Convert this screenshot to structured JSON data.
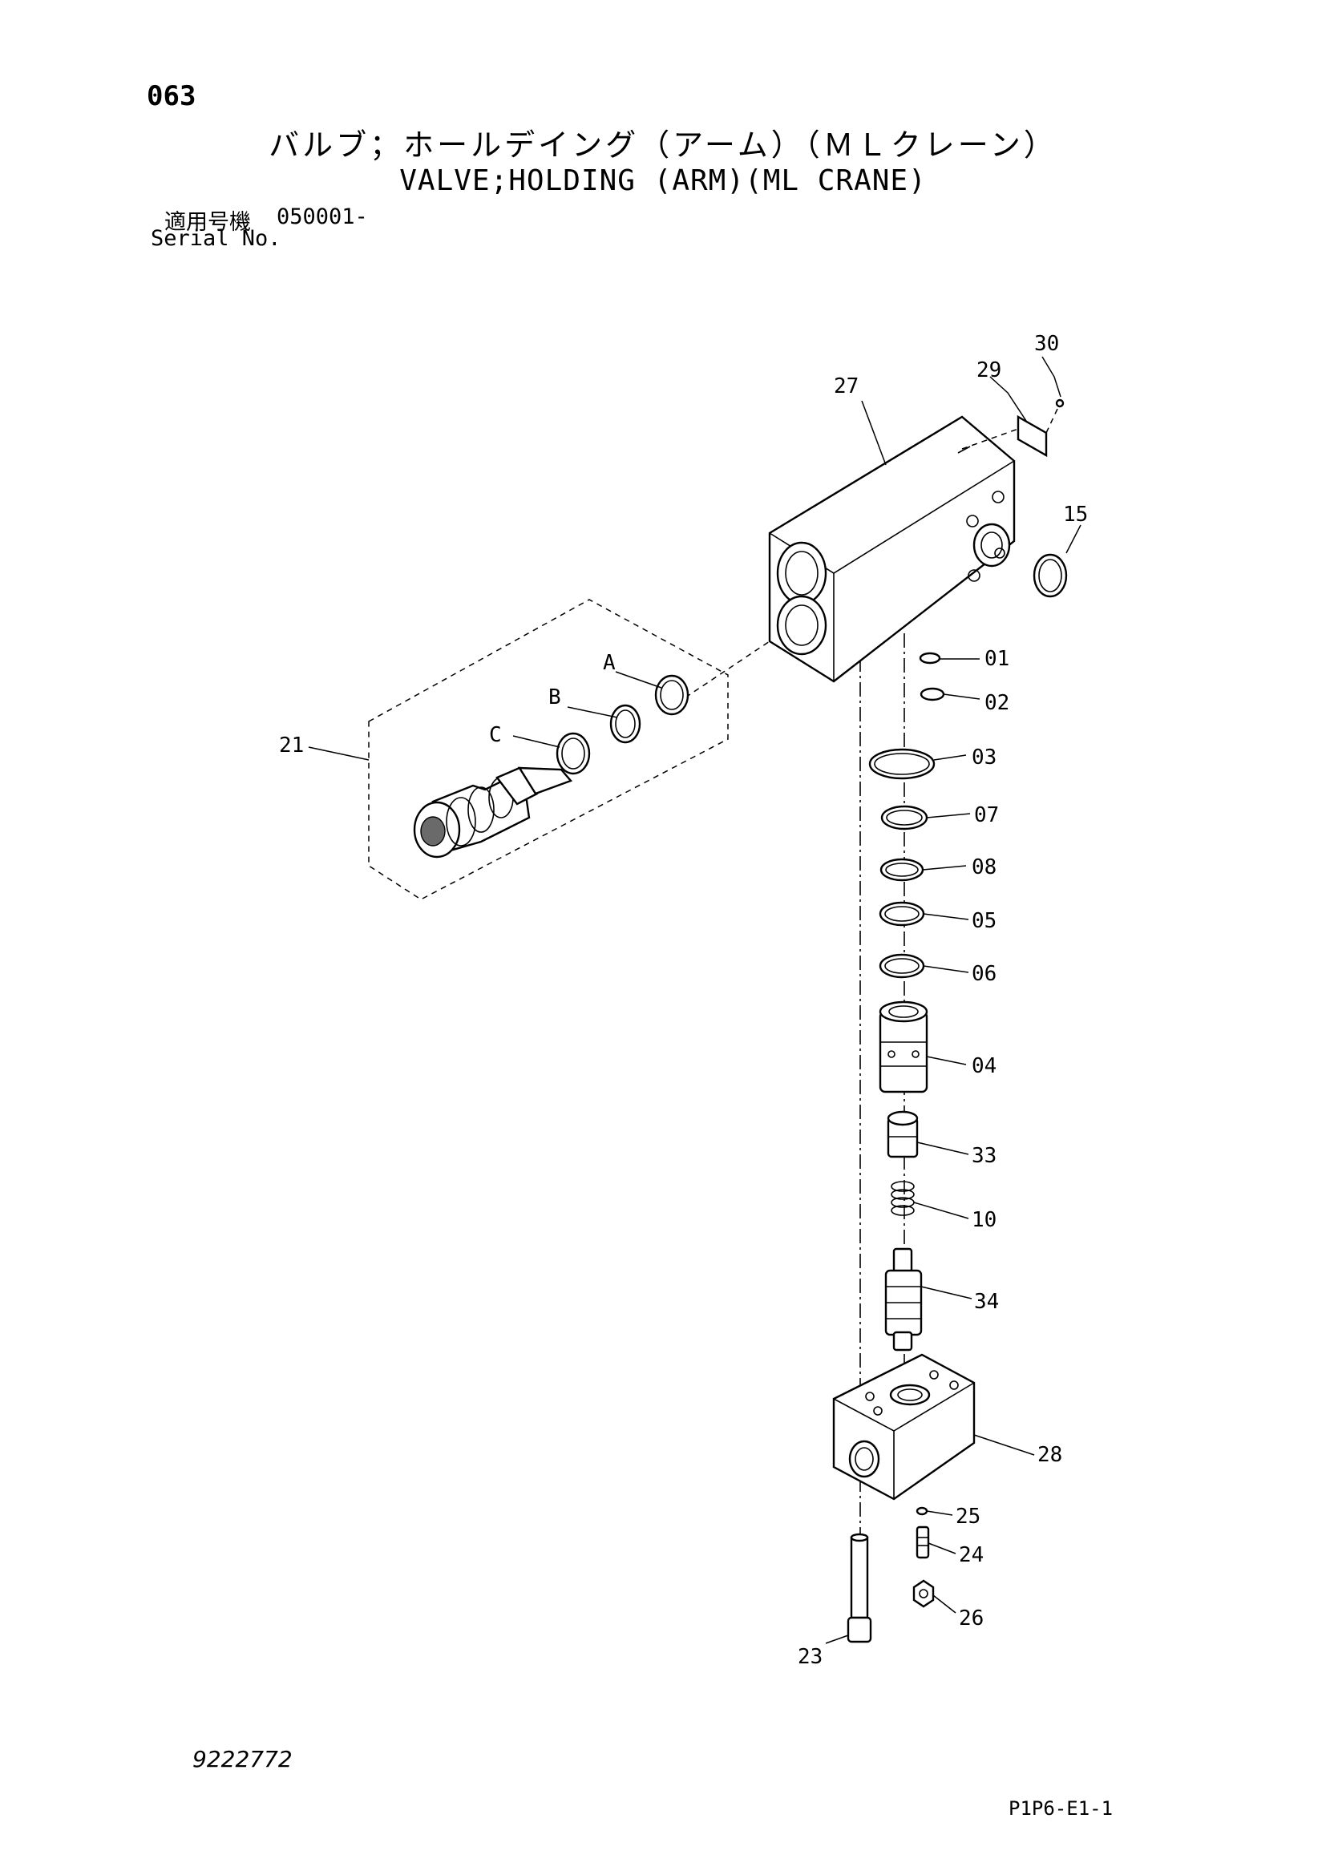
{
  "header": {
    "page_number": "063",
    "title_jp": "バルブ；ホールデイング（アーム）（ＭＬクレーン）",
    "title_en": "VALVE;HOLDING (ARM)(ML CRANE)",
    "serial_label_jp": "適用号機",
    "serial_value": "050001-",
    "serial_label_en": "Serial No."
  },
  "callouts": {
    "p01": "01",
    "p02": "02",
    "p03": "03",
    "p04": "04",
    "p05": "05",
    "p06": "06",
    "p07": "07",
    "p08": "08",
    "p10": "10",
    "p15": "15",
    "p21": "21",
    "p23": "23",
    "p24": "24",
    "p25": "25",
    "p26": "26",
    "p27": "27",
    "p28": "28",
    "p29": "29",
    "p30": "30",
    "p33": "33",
    "p34": "34",
    "pA": "A",
    "pB": "B",
    "pC": "C"
  },
  "footer": {
    "doc_number": "9222772",
    "page_code": "P1P6-E1-1"
  }
}
